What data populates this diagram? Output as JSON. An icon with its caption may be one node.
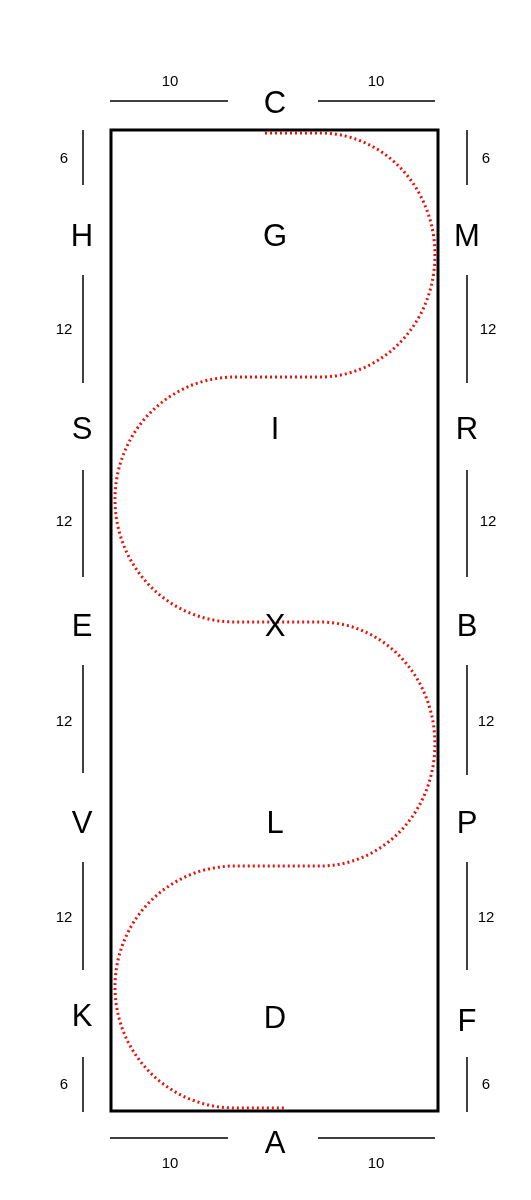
{
  "diagram": {
    "labels": [
      "10",
      "10",
      "C",
      "6",
      "6",
      "H",
      "G",
      "M",
      "12",
      "12",
      "S",
      "I",
      "R",
      "12",
      "12",
      "E",
      "X",
      "B",
      "12",
      "12",
      "V",
      "L",
      "P",
      "12",
      "12",
      "K",
      "D",
      "F",
      "6",
      "6",
      "A",
      "10",
      "10"
    ]
  }
}
